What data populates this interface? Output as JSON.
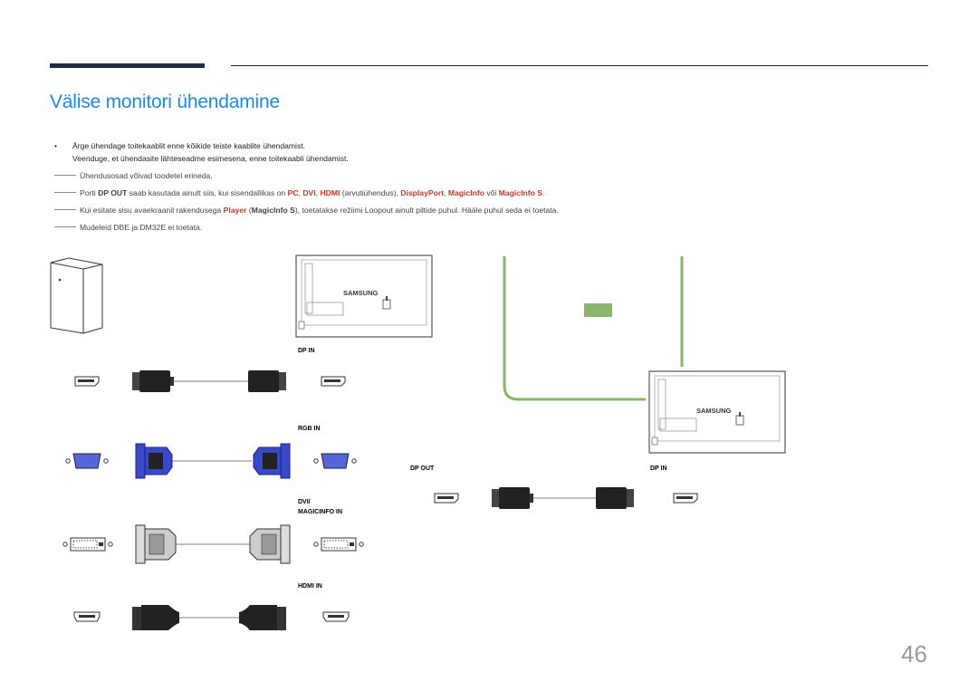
{
  "heading": {
    "title": "Välise monitori ühendamine"
  },
  "notes": {
    "b1_line1": "Ärge ühendage toitekaablit enne kõikide teiste kaablite ühendamist.",
    "b1_line2": "Veenduge, et ühendasite lähteseadme esimesena, enne toitekaabli ühendamist.",
    "n1": "Ühendusosad võivad toodetel erineda.",
    "n2": {
      "t1": "Porti ",
      "dp_out": "DP OUT",
      "t2": " saab kasutada ainult siis, kui sisendallikas on ",
      "pc": "PC",
      "t3": ", ",
      "dvi": "DVI",
      "t4": ", ",
      "hdmi": "HDMI",
      "t5": " (arvutiühendus), ",
      "displayport": "DisplayPort",
      "t6": ", ",
      "magicinfo": "MagicInfo",
      "t7": " või ",
      "magicinfo_s": "MagicInfo S",
      "t8": "."
    },
    "n3": {
      "t1": "Kui esitate sisu avaekraanil rakendusega ",
      "player": "Player",
      "t2": " (",
      "magicinfo_s": "MagicInfo S",
      "t3": "), toetatakse režiimi Loopout ainult piltide puhul. Hääle puhul seda ei toetata."
    },
    "n4": "Mudeleid DBE ja DM32E ei toetata."
  },
  "diagram": {
    "brand": "SAMSUNG",
    "port_labels": {
      "dp_in": "DP IN",
      "rgb_in": "RGB IN",
      "dvi_in_1": "DVI/",
      "dvi_in_2": "MAGICINFO IN",
      "hdmi_in": "HDMI IN",
      "dp_out": "DP OUT",
      "dp_in_2": "DP IN"
    },
    "colors": {
      "navy": "#1f2a44",
      "accent": "#1e88e5",
      "green": "#8ab56a",
      "vga_blue": "#3a49c9",
      "red_text": "#c0392b"
    }
  },
  "footer": {
    "page_number": "46"
  }
}
